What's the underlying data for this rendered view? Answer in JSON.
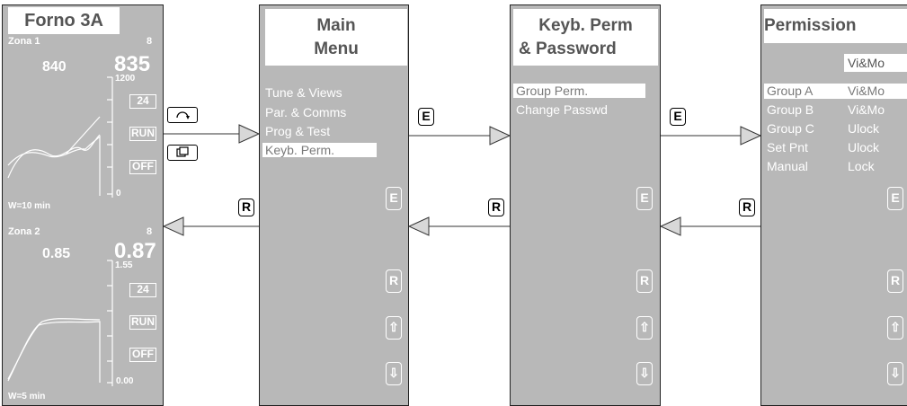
{
  "controller": {
    "title": "Forno 3A",
    "zona1": {
      "name": "Zona 1",
      "index": "8",
      "setpoint": "840",
      "value": "835",
      "scale_max": "1200",
      "scale_min": "0",
      "out": "24",
      "run": "RUN",
      "off": "OFF",
      "window": "W=10 min"
    },
    "zona2": {
      "name": "Zona 2",
      "index": "8",
      "setpoint": "0.85",
      "value": "0.87",
      "scale_max": "1.55",
      "scale_min": "0.00",
      "out": "24",
      "run": "RUN",
      "off": "OFF",
      "window": "W=5 min"
    }
  },
  "side_keys": {
    "cycle_icon": "cycle-icon",
    "page_icon": "page-icon"
  },
  "main_menu": {
    "title_line1": "Main",
    "title_line2": "Menu",
    "items": [
      "Tune & Views",
      "Par. & Comms",
      "Prog & Test",
      "Keyb. Perm."
    ],
    "selected": 3,
    "buttons": {
      "enter": "E",
      "return": "R",
      "up": "⇧",
      "down": "⇩"
    }
  },
  "keyb_perm": {
    "title_line1": "Keyb. Perm",
    "title_line2": "& Password",
    "items": [
      "Group Perm.",
      "Change Passwd"
    ],
    "selected": 0,
    "buttons": {
      "enter": "E",
      "return": "R",
      "up": "⇧",
      "down": "⇩"
    }
  },
  "permission": {
    "title": "Permission",
    "header_value": "Vi&Mo",
    "rows": [
      {
        "label": "Group A",
        "value": "Vi&Mo"
      },
      {
        "label": "Group B",
        "value": "Vi&Mo"
      },
      {
        "label": "Group C",
        "value": "Ulock"
      },
      {
        "label": "Set Pnt",
        "value": "Ulock"
      },
      {
        "label": "Manual",
        "value": "Lock"
      }
    ],
    "buttons": {
      "enter": "E",
      "return": "R",
      "up": "⇧",
      "down": "⇩"
    }
  },
  "nav": {
    "enter_key": "E",
    "return_key": "R"
  },
  "colors": {
    "panel": "#b8b8b8",
    "text": "#ffffff",
    "title": "#555555"
  }
}
